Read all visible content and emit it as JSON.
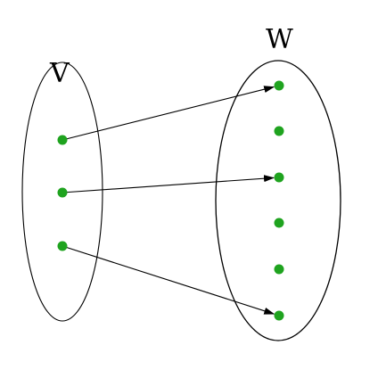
{
  "sets": [
    {
      "id": "V",
      "label": "V"
    },
    {
      "id": "W",
      "label": "W"
    }
  ],
  "elements": {
    "V": 3,
    "W": 6
  },
  "mappings": [
    {
      "from": 0,
      "to": 0
    },
    {
      "from": 1,
      "to": 2
    },
    {
      "from": 2,
      "to": 5
    }
  ],
  "colors": {
    "dot": "#1fa31f",
    "stroke": "#000000",
    "background": "#ffffff"
  }
}
